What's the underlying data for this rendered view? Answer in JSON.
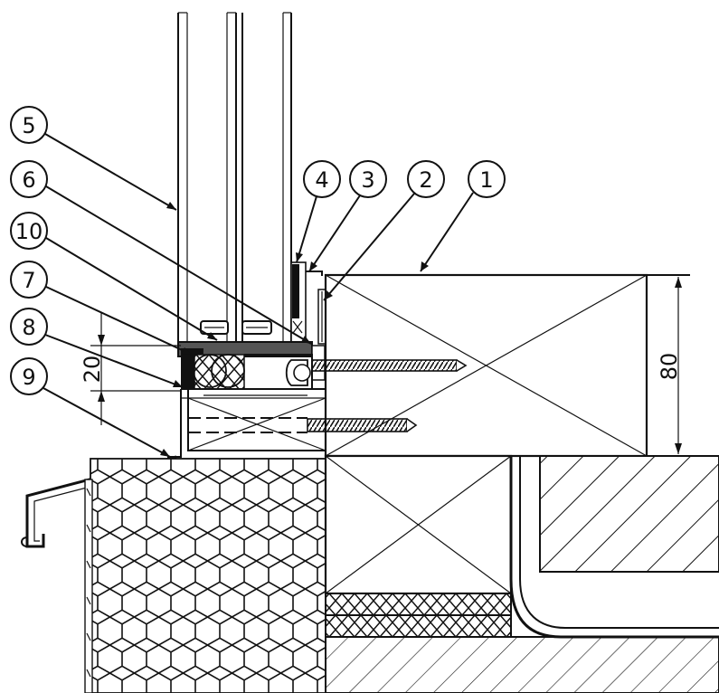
{
  "diagram": {
    "callouts": [
      "1",
      "2",
      "3",
      "4",
      "5",
      "6",
      "10",
      "7",
      "8",
      "9"
    ],
    "dimensions": {
      "frame_height": "80",
      "sill_height": "20"
    }
  }
}
